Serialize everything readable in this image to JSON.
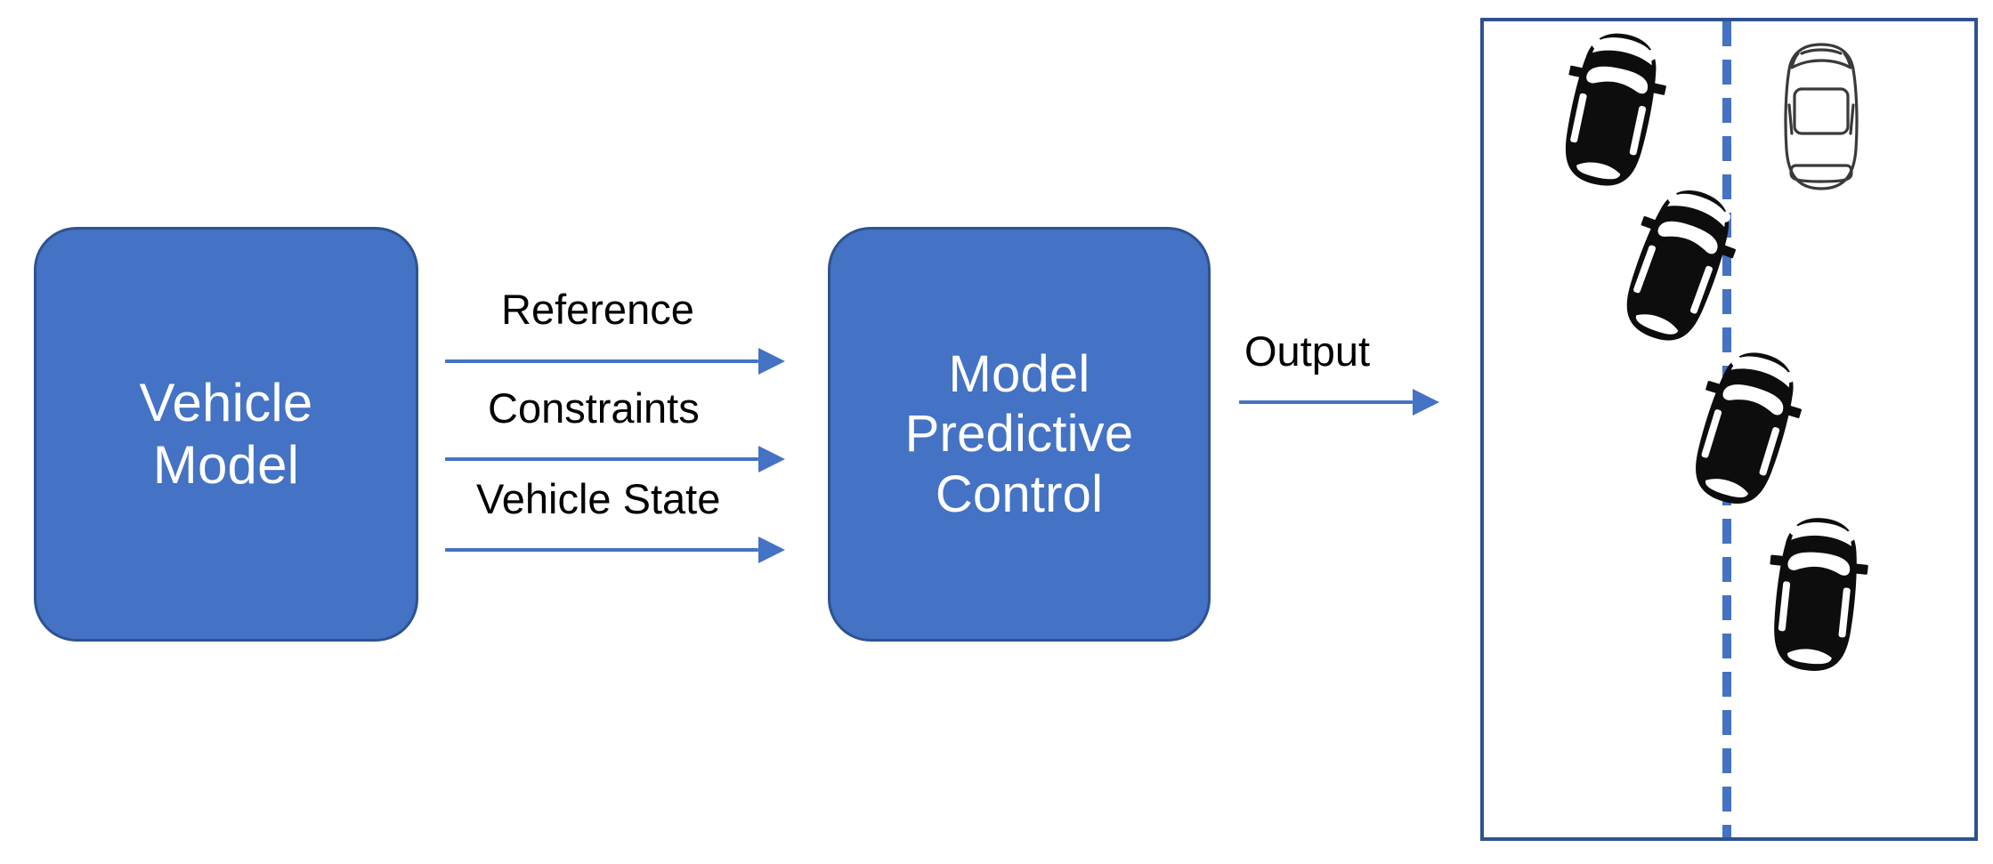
{
  "diagram": {
    "title": "Model Predictive Control block diagram",
    "background": "#ffffff",
    "accent_color": "#4472C4",
    "border_color": "#2F528F",
    "text_color": "#000000",
    "box_text_color": "#ffffff"
  },
  "blocks": [
    {
      "id": "vehicle-model",
      "lines": [
        "Vehicle",
        "Model"
      ],
      "line1": "Vehicle",
      "line2": "Model",
      "fill": "#4472C4",
      "stroke": "#2F528F"
    },
    {
      "id": "mpc",
      "lines": [
        "Model",
        "Predictive",
        "Control"
      ],
      "line1": "Model",
      "line2": "Predictive",
      "line3": "Control",
      "fill": "#4472C4",
      "stroke": "#2F528F"
    }
  ],
  "signals": [
    {
      "id": "reference",
      "label": "Reference",
      "from": "vehicle-model",
      "to": "mpc",
      "color": "#4472C4"
    },
    {
      "id": "constraints",
      "label": "Constraints",
      "from": "vehicle-model",
      "to": "mpc",
      "color": "#4472C4"
    },
    {
      "id": "vehicle-state",
      "label": "Vehicle State",
      "from": "vehicle-model",
      "to": "mpc",
      "color": "#4472C4"
    },
    {
      "id": "output",
      "label": "Output",
      "from": "mpc",
      "to": "road-panel",
      "color": "#4472C4"
    }
  ],
  "road_scene": {
    "name": "lane change maneuver illustration",
    "border_color": "#2F528F",
    "lane_divider": {
      "style": "dashed",
      "color": "#4472C4",
      "orientation": "vertical"
    },
    "vehicles": [
      {
        "id": "ego-step-1",
        "type": "ego-car",
        "style": "filled-black",
        "lane": "left",
        "heading_deg": 8
      },
      {
        "id": "ego-step-2",
        "type": "ego-car",
        "style": "filled-black",
        "lane": "left",
        "heading_deg": 20
      },
      {
        "id": "ego-step-3",
        "type": "ego-car",
        "style": "filled-black",
        "lane": "straddling",
        "heading_deg": 18
      },
      {
        "id": "ego-step-4",
        "type": "ego-car",
        "style": "filled-black",
        "lane": "right",
        "heading_deg": 6
      },
      {
        "id": "obstacle",
        "type": "obstacle-car",
        "style": "outline-white",
        "lane": "right",
        "heading_deg": 0
      }
    ]
  }
}
